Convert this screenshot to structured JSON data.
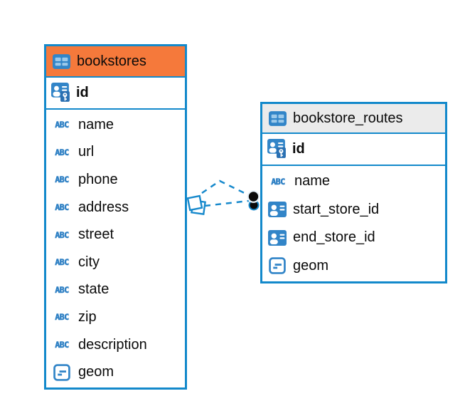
{
  "app": "database-er-diagram",
  "colors": {
    "table_border": "#1389cb",
    "bookstores_header": "#f5793b",
    "routes_header": "#ebebeb",
    "icon_blue": "#3285c8",
    "connector_blue": "#1789cc",
    "text": "#0a0a0a",
    "background": "#ffffff"
  },
  "icons": {
    "text_type_label": "ABC",
    "table_icon": "table-grid",
    "pk_icon": "person-key",
    "fk_icon": "person-card",
    "geom_icon": "geometry-lines"
  },
  "tables": {
    "bookstores": {
      "title": "bookstores",
      "fields": [
        {
          "name": "id",
          "type": "pk"
        },
        {
          "name": "name",
          "type": "text"
        },
        {
          "name": "url",
          "type": "text"
        },
        {
          "name": "phone",
          "type": "text"
        },
        {
          "name": "address",
          "type": "text"
        },
        {
          "name": "street",
          "type": "text"
        },
        {
          "name": "city",
          "type": "text"
        },
        {
          "name": "state",
          "type": "text"
        },
        {
          "name": "zip",
          "type": "text"
        },
        {
          "name": "description",
          "type": "text"
        },
        {
          "name": "geom",
          "type": "geometry"
        }
      ]
    },
    "bookstore_routes": {
      "title": "bookstore_routes",
      "fields": [
        {
          "name": "id",
          "type": "pk"
        },
        {
          "name": "name",
          "type": "text"
        },
        {
          "name": "start_store_id",
          "type": "fk"
        },
        {
          "name": "end_store_id",
          "type": "fk"
        },
        {
          "name": "geom",
          "type": "geometry"
        }
      ]
    }
  },
  "relationships": [
    {
      "from": "bookstores.id",
      "to": "bookstore_routes.start_store_id",
      "style": "dashed"
    },
    {
      "from": "bookstores.id",
      "to": "bookstore_routes.end_store_id",
      "style": "dashed"
    }
  ]
}
